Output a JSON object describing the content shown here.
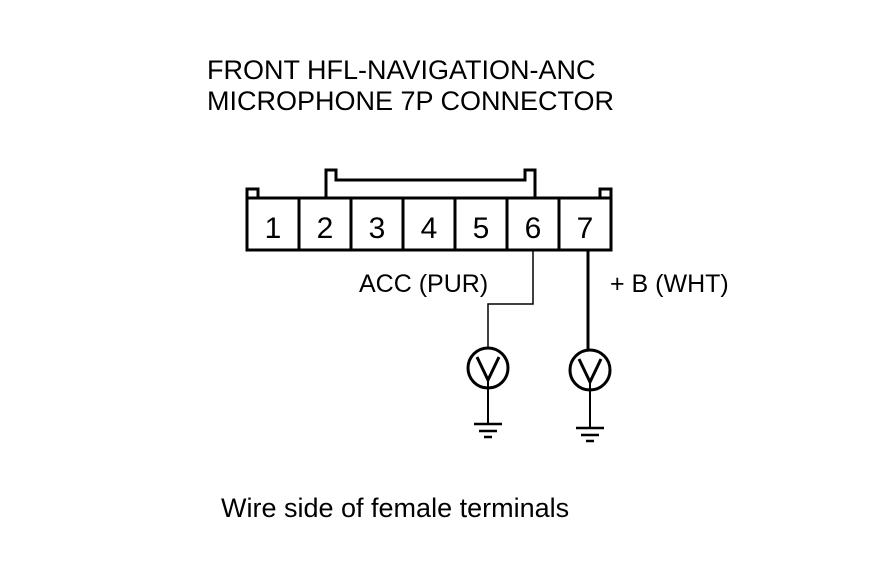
{
  "title": {
    "line1": "FRONT HFL-NAVIGATION-ANC",
    "line2": "MICROPHONE 7P CONNECTOR"
  },
  "connector": {
    "terminals": [
      "1",
      "2",
      "3",
      "4",
      "5",
      "6",
      "7"
    ]
  },
  "wires": {
    "acc_label": "ACC (PUR)",
    "b_label": "+ B (WHT)"
  },
  "meters": {
    "meter_1_icon": "voltmeter-icon",
    "meter_2_icon": "voltmeter-icon",
    "ground_icon": "ground-icon"
  },
  "caption": "Wire side of female terminals"
}
